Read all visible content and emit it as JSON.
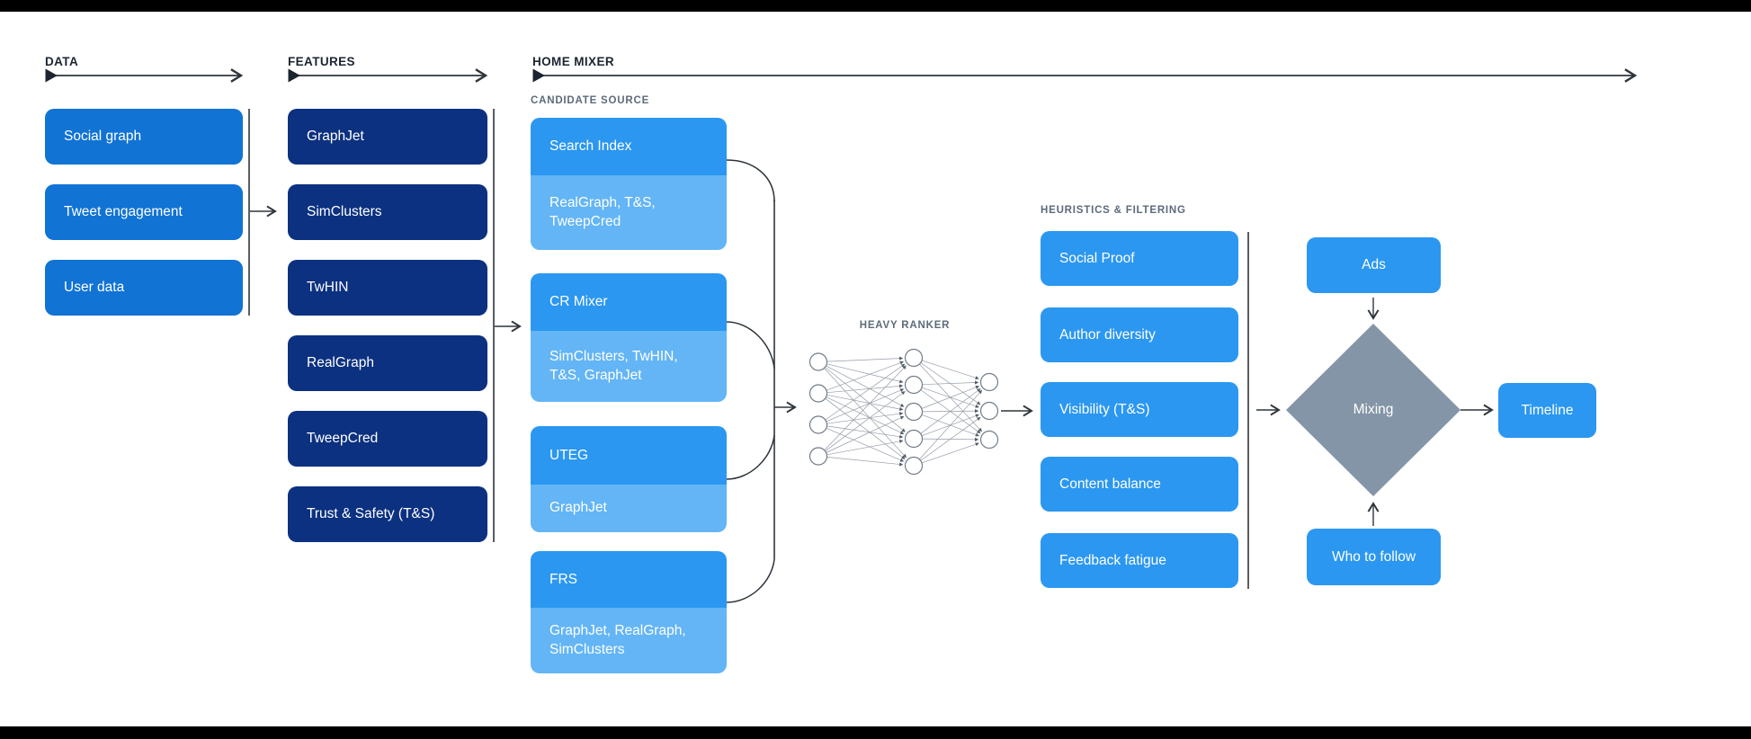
{
  "colors": {
    "blue": "#1173d4",
    "navy": "#0c3180",
    "bright": "#2b97f0",
    "light": "#63b5f5",
    "diamond": "#8495a7",
    "dark": "#1b2430",
    "gray": "#5c6b7a",
    "line": "#2e353d"
  },
  "sections": {
    "data": {
      "label": "DATA",
      "items": [
        "Social graph",
        "Tweet engagement",
        "User data"
      ]
    },
    "features": {
      "label": "FEATURES",
      "items": [
        "GraphJet",
        "SimClusters",
        "TwHIN",
        "RealGraph",
        "TweepCred",
        "Trust & Safety (T&S)"
      ]
    },
    "home_mixer": {
      "label": "HOME MIXER",
      "candidate_source": {
        "label": "CANDIDATE SOURCE",
        "groups": [
          {
            "source": "Search Index",
            "feeds": "RealGraph, T&S, TweepCred"
          },
          {
            "source": "CR Mixer",
            "feeds": "SimClusters, TwHIN, T&S, GraphJet"
          },
          {
            "source": "UTEG",
            "feeds": "GraphJet"
          },
          {
            "source": "FRS",
            "feeds": "GraphJet, RealGraph, SimClusters"
          }
        ]
      },
      "heavy_ranker": {
        "label": "HEAVY RANKER",
        "layers": [
          4,
          5,
          3
        ]
      },
      "heuristics": {
        "label": "HEURISTICS & FILTERING",
        "items": [
          "Social Proof",
          "Author diversity",
          "Visibility (T&S)",
          "Content balance",
          "Feedback fatigue"
        ]
      },
      "mixing": {
        "ads": "Ads",
        "diamond": "Mixing",
        "who_to_follow": "Who to follow"
      },
      "timeline": "Timeline"
    }
  }
}
